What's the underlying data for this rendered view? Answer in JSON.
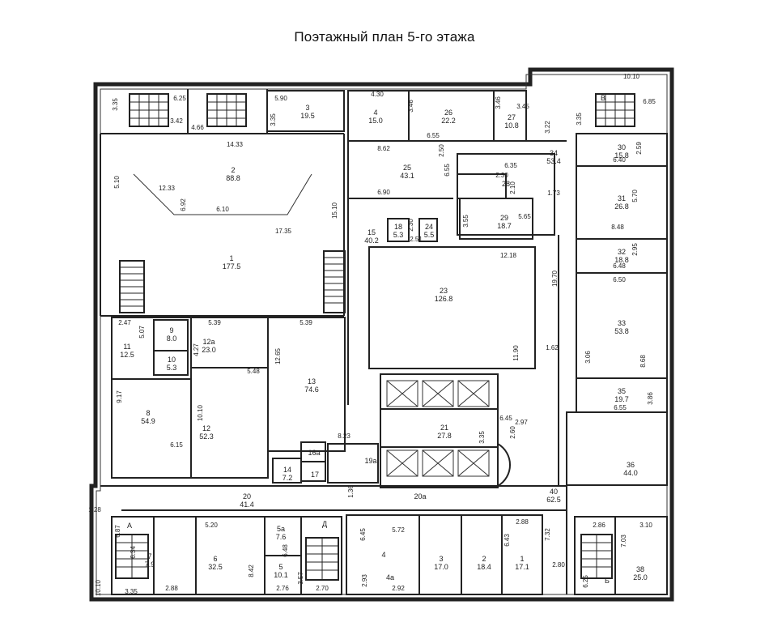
{
  "title": "Поэтажный план 5-го этажа",
  "rooms": [
    {
      "num": "2",
      "area": "88.8"
    },
    {
      "num": "1",
      "area": "177.5"
    },
    {
      "num": "3",
      "area": "19.5"
    },
    {
      "num": "4",
      "area": "15.0"
    },
    {
      "num": "26",
      "area": "22.2"
    },
    {
      "num": "27",
      "area": "10.8"
    },
    {
      "num": "25",
      "area": "43.1"
    },
    {
      "num": "34",
      "area": "53.4"
    },
    {
      "num": "30",
      "area": "15.8"
    },
    {
      "num": "28",
      "area": ""
    },
    {
      "num": "31",
      "area": "26.8"
    },
    {
      "num": "29",
      "area": "18.7"
    },
    {
      "num": "15",
      "area": "40.2"
    },
    {
      "num": "18",
      "area": "5.3"
    },
    {
      "num": "24",
      "area": "5.5"
    },
    {
      "num": "32",
      "area": "18.8"
    },
    {
      "num": "23",
      "area": "126.8"
    },
    {
      "num": "33",
      "area": "53.8"
    },
    {
      "num": "11",
      "area": "12.5"
    },
    {
      "num": "9",
      "area": "8.0"
    },
    {
      "num": "10",
      "area": "5.3"
    },
    {
      "num": "12а",
      "area": "23.0"
    },
    {
      "num": "13",
      "area": "74.6"
    },
    {
      "num": "35",
      "area": "19.7"
    },
    {
      "num": "8",
      "area": "54.9"
    },
    {
      "num": "12",
      "area": "52.3"
    },
    {
      "num": "21",
      "area": "27.8"
    },
    {
      "num": "36",
      "area": "44.0"
    },
    {
      "num": "16а",
      "area": ""
    },
    {
      "num": "19а",
      "area": ""
    },
    {
      "num": "14",
      "area": "7.2"
    },
    {
      "num": "17",
      "area": ""
    },
    {
      "num": "20",
      "area": "41.4"
    },
    {
      "num": "20а",
      "area": ""
    },
    {
      "num": "40",
      "area": "62.5"
    },
    {
      "num": "7",
      "area": "7.9"
    },
    {
      "num": "5а",
      "area": "7.6"
    },
    {
      "num": "6",
      "area": "32.5"
    },
    {
      "num": "5",
      "area": "10.1"
    },
    {
      "num": "4",
      "area": ""
    },
    {
      "num": "4а",
      "area": ""
    },
    {
      "num": "3",
      "area": "17.0"
    },
    {
      "num": "2",
      "area": "18.4"
    },
    {
      "num": "1",
      "area": "17.1"
    },
    {
      "num": "38",
      "area": "25.0"
    }
  ],
  "stair_labels": [
    "А",
    "Б",
    "В",
    "Д"
  ],
  "dimensions": [
    "3.35",
    "6.25",
    "3.42",
    "4.66",
    "5.90",
    "3.35",
    "4.30",
    "3.46",
    "6.55",
    "3.46",
    "3.45",
    "3.22",
    "10.10",
    "6.85",
    "3.35",
    "14.33",
    "12.33",
    "6.92",
    "6.10",
    "5.10",
    "15.10",
    "17.35",
    "8.62",
    "2.50",
    "6.55",
    "6.35",
    "2.30",
    "2.10",
    "1.73",
    "6.90",
    "2.59",
    "6.40",
    "5.70",
    "8.48",
    "3.55",
    "5.65",
    "2.30",
    "2.51",
    "12.18",
    "19.70",
    "2.95",
    "6.48",
    "6.50",
    "2.47",
    "5.07",
    "5.39",
    "5.39",
    "4.27",
    "12.65",
    "11.90",
    "1.62",
    "3.06",
    "8.68",
    "5.48",
    "9.17",
    "10.10",
    "6.15",
    "6.45",
    "2.97",
    "2.60",
    "3.35",
    "3.86",
    "6.55",
    "8.23",
    "1.36",
    "1.28",
    "6.87",
    "6.34",
    "5.20",
    "6.48",
    "3.57",
    "6.45",
    "5.72",
    "2.88",
    "6.43",
    "7.32",
    "2.86",
    "3.10",
    "7.03",
    "10.10",
    "3.35",
    "2.88",
    "8.42",
    "2.76",
    "2.70",
    "2.93",
    "2.92",
    "2.80",
    "6.25"
  ]
}
